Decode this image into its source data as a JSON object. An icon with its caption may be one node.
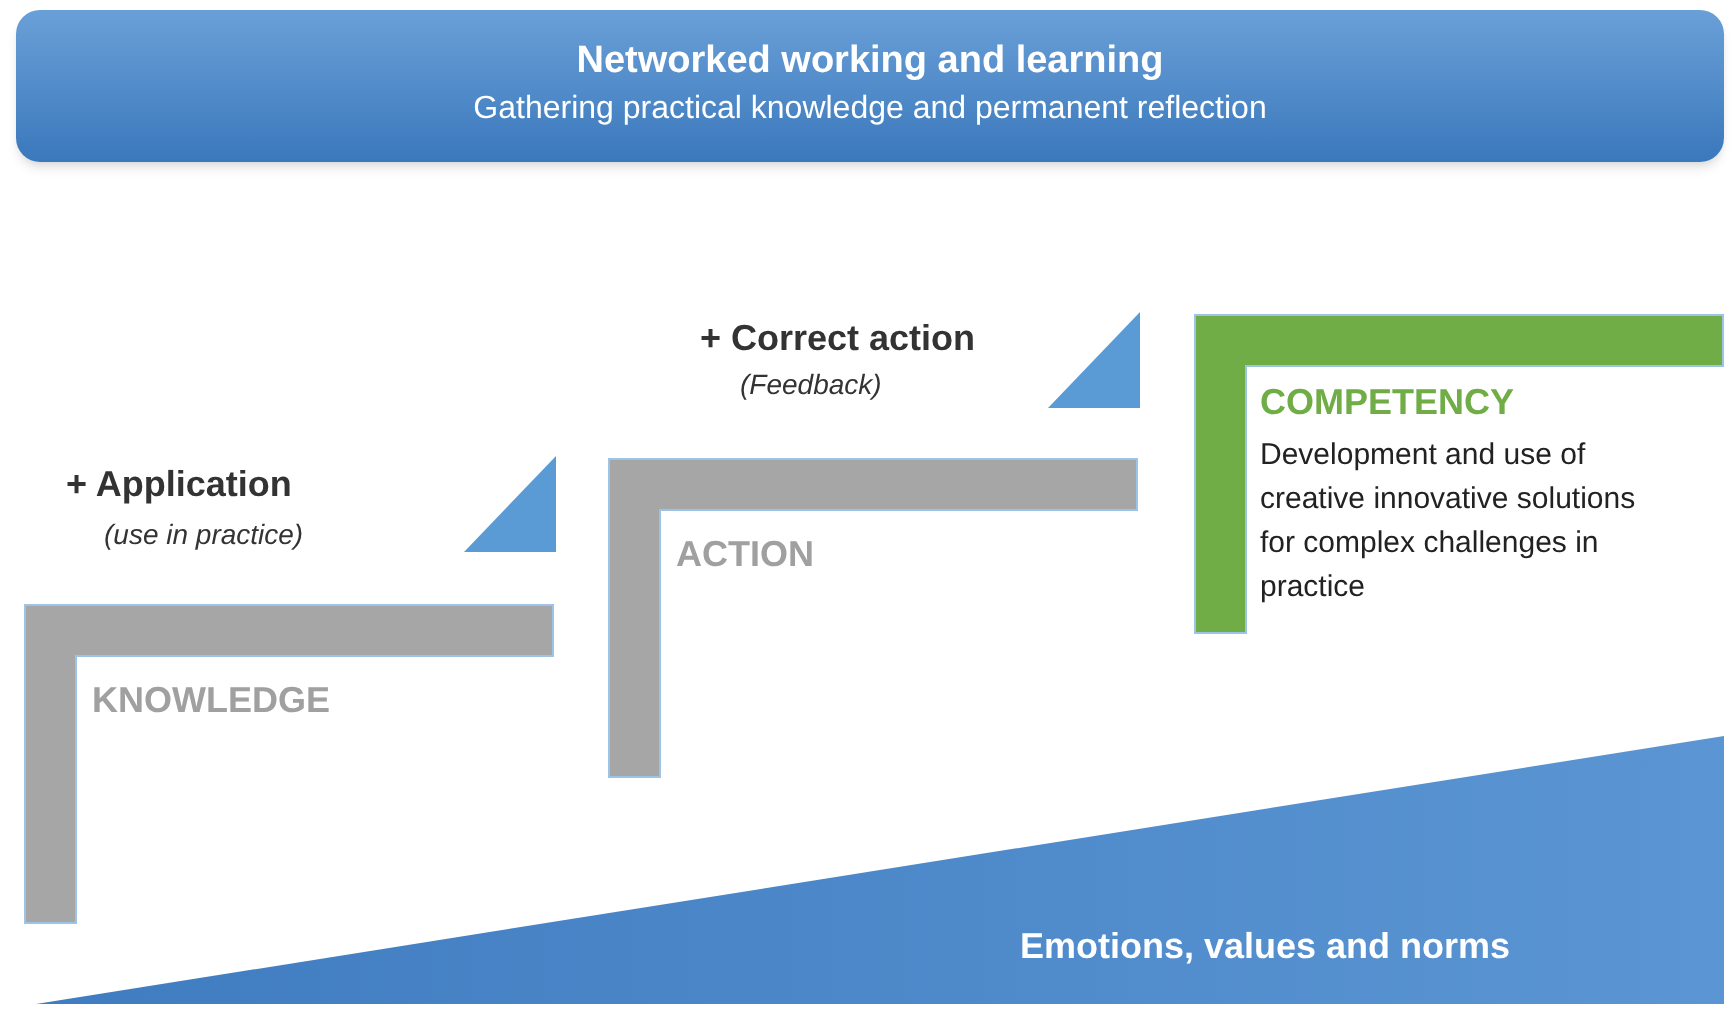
{
  "diagram": {
    "nodes": [
      {
        "text": [
          "Networked working and learning",
          "Gathering practical knowledge and permanent reflection"
        ]
      },
      {
        "text": [
          "KNOWLEDGE"
        ]
      },
      {
        "text": [
          "ACTION"
        ]
      },
      {
        "text": [
          "COMPETENCY",
          "Development and use of creative innovative solutions for complex challenges in practice"
        ]
      },
      {
        "text": [
          "Emotions, values and norms"
        ]
      }
    ],
    "labels": [
      "+ Correct action",
      "(Feedback)",
      "+ Application",
      "(use in practice)"
    ]
  }
}
